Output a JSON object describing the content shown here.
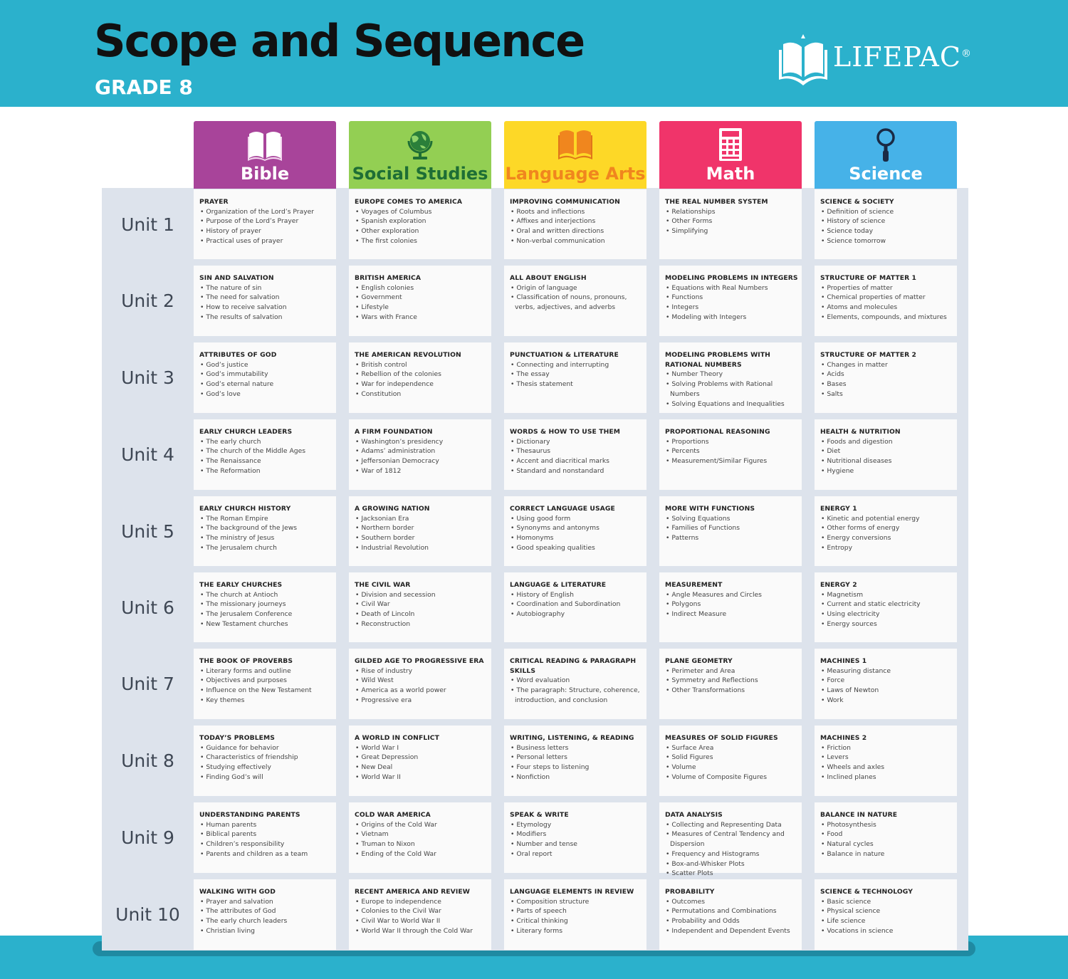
{
  "header": {
    "title": "Scope and Sequence",
    "grade": "GRADE 8",
    "logo_text": "LIFEPAC",
    "logo_mark": "®"
  },
  "colors": {
    "banner": "#2bb1cc",
    "bible": "#a8449a",
    "social_studies": "#93cf53",
    "language_arts": "#fdd827",
    "math": "#f0346a",
    "science": "#46b2e8"
  },
  "subjects": [
    {
      "name": "Bible",
      "icon": "open-book-icon",
      "color": "#a8449a",
      "text_color": "#ffffff"
    },
    {
      "name": "Social Studies",
      "icon": "globe-icon",
      "color": "#93cf53",
      "text_color": "#1e6e35"
    },
    {
      "name": "Language Arts",
      "icon": "book-icon",
      "color": "#fdd827",
      "text_color": "#f0861e"
    },
    {
      "name": "Math",
      "icon": "calculator-icon",
      "color": "#f0346a",
      "text_color": "#ffffff"
    },
    {
      "name": "Science",
      "icon": "magnifier-icon",
      "color": "#46b2e8",
      "text_color": "#ffffff"
    }
  ],
  "units": [
    {
      "label": "Unit 1",
      "cells": [
        {
          "title": "PRAYER",
          "items": [
            "Organization of the Lord’s Prayer",
            "Purpose of the Lord’s Prayer",
            "History of prayer",
            "Practical uses of prayer"
          ]
        },
        {
          "title": "EUROPE COMES TO AMERICA",
          "items": [
            "Voyages of Columbus",
            "Spanish exploration",
            "Other exploration",
            "The first colonies"
          ]
        },
        {
          "title": "IMPROVING COMMUNICATION",
          "items": [
            "Roots and inflections",
            "Affixes and interjections",
            "Oral and written directions",
            "Non-verbal communication"
          ]
        },
        {
          "title": "THE REAL NUMBER SYSTEM",
          "items": [
            "Relationships",
            "Other Forms",
            "Simplifying"
          ]
        },
        {
          "title": "SCIENCE & SOCIETY",
          "items": [
            "Definition of science",
            "History of science",
            "Science today",
            "Science tomorrow"
          ]
        }
      ]
    },
    {
      "label": "Unit 2",
      "cells": [
        {
          "title": "SIN AND SALVATION",
          "items": [
            "The nature of sin",
            "The need for salvation",
            "How to receive salvation",
            "The results of salvation"
          ]
        },
        {
          "title": "BRITISH AMERICA",
          "items": [
            "English colonies",
            "Government",
            "Lifestyle",
            "Wars with France"
          ]
        },
        {
          "title": "ALL ABOUT ENGLISH",
          "items": [
            "Origin of language",
            "Classification of nouns, pronouns, verbs, adjectives, and adverbs"
          ]
        },
        {
          "title": "MODELING PROBLEMS IN INTEGERS",
          "items": [
            "Equations with Real Numbers",
            "Functions",
            "Integers",
            "Modeling with Integers"
          ]
        },
        {
          "title": "STRUCTURE OF MATTER 1",
          "items": [
            "Properties of matter",
            "Chemical properties of matter",
            "Atoms and molecules",
            "Elements, compounds, and mixtures"
          ]
        }
      ]
    },
    {
      "label": "Unit 3",
      "cells": [
        {
          "title": "ATTRIBUTES OF GOD",
          "items": [
            "God’s justice",
            "God’s immutability",
            "God’s eternal nature",
            "God’s love"
          ]
        },
        {
          "title": "THE AMERICAN REVOLUTION",
          "items": [
            "British control",
            "Rebellion of the colonies",
            "War for independence",
            "Constitution"
          ]
        },
        {
          "title": "PUNCTUATION & LITERATURE",
          "items": [
            "Connecting and interrupting",
            "The essay",
            "Thesis statement"
          ]
        },
        {
          "title": "MODELING PROBLEMS WITH RATIONAL NUMBERS",
          "items": [
            "Number Theory",
            "Solving Problems with Rational Numbers",
            "Solving Equations and Inequalities"
          ]
        },
        {
          "title": "STRUCTURE OF MATTER 2",
          "items": [
            "Changes in matter",
            "Acids",
            "Bases",
            "Salts"
          ]
        }
      ]
    },
    {
      "label": "Unit 4",
      "cells": [
        {
          "title": "EARLY CHURCH LEADERS",
          "items": [
            "The early church",
            "The church of the Middle Ages",
            "The Renaissance",
            "The Reformation"
          ]
        },
        {
          "title": "A FIRM FOUNDATION",
          "items": [
            "Washington’s presidency",
            "Adams’ administration",
            "Jeffersonian Democracy",
            "War of 1812"
          ]
        },
        {
          "title": "WORDS & HOW TO USE THEM",
          "items": [
            "Dictionary",
            "Thesaurus",
            "Accent and diacritical marks",
            "Standard and nonstandard"
          ]
        },
        {
          "title": "PROPORTIONAL REASONING",
          "items": [
            "Proportions",
            "Percents",
            "Measurement/Similar Figures"
          ]
        },
        {
          "title": "HEALTH & NUTRITION",
          "items": [
            "Foods and digestion",
            "Diet",
            "Nutritional diseases",
            "Hygiene"
          ]
        }
      ]
    },
    {
      "label": "Unit 5",
      "cells": [
        {
          "title": "EARLY CHURCH HISTORY",
          "items": [
            "The Roman Empire",
            "The background of the Jews",
            "The ministry of Jesus",
            "The Jerusalem church"
          ]
        },
        {
          "title": "A GROWING NATION",
          "items": [
            "Jacksonian Era",
            "Northern border",
            "Southern border",
            "Industrial Revolution"
          ]
        },
        {
          "title": "CORRECT LANGUAGE USAGE",
          "items": [
            "Using good form",
            "Synonyms and antonyms",
            "Homonyms",
            "Good speaking qualities"
          ]
        },
        {
          "title": "MORE WITH FUNCTIONS",
          "items": [
            "Solving Equations",
            "Families of Functions",
            "Patterns"
          ]
        },
        {
          "title": "ENERGY 1",
          "items": [
            "Kinetic and potential energy",
            "Other forms of energy",
            "Energy conversions",
            "Entropy"
          ]
        }
      ]
    },
    {
      "label": "Unit 6",
      "cells": [
        {
          "title": "THE EARLY CHURCHES",
          "items": [
            "The church at Antioch",
            "The missionary journeys",
            "The Jerusalem Conference",
            "New Testament churches"
          ]
        },
        {
          "title": "THE CIVIL WAR",
          "items": [
            "Division and secession",
            "Civil War",
            "Death of Lincoln",
            "Reconstruction"
          ]
        },
        {
          "title": "LANGUAGE & LITERATURE",
          "items": [
            "History of English",
            "Coordination and Subordination",
            "Autobiography"
          ]
        },
        {
          "title": "MEASUREMENT",
          "items": [
            "Angle Measures and Circles",
            "Polygons",
            "Indirect Measure"
          ]
        },
        {
          "title": "ENERGY 2",
          "items": [
            "Magnetism",
            "Current and static electricity",
            "Using electricity",
            "Energy sources"
          ]
        }
      ]
    },
    {
      "label": "Unit 7",
      "cells": [
        {
          "title": "THE BOOK OF PROVERBS",
          "items": [
            "Literary forms and outline",
            "Objectives and purposes",
            "Influence on the New Testament",
            "Key themes"
          ]
        },
        {
          "title": "GILDED AGE TO PROGRESSIVE ERA",
          "items": [
            "Rise of industry",
            "Wild West",
            "America as a world power",
            "Progressive era"
          ]
        },
        {
          "title": "CRITICAL READING & PARAGRAPH SKILLS",
          "items": [
            "Word evaluation",
            "The paragraph: Structure, coherence, introduction, and conclusion"
          ]
        },
        {
          "title": "PLANE GEOMETRY",
          "items": [
            "Perimeter and Area",
            "Symmetry and Reflections",
            "Other Transformations"
          ]
        },
        {
          "title": "MACHINES 1",
          "items": [
            "Measuring distance",
            "Force",
            "Laws of Newton",
            "Work"
          ]
        }
      ]
    },
    {
      "label": "Unit 8",
      "cells": [
        {
          "title": "TODAY’S PROBLEMS",
          "items": [
            "Guidance for behavior",
            "Characteristics of friendship",
            "Studying effectively",
            "Finding God’s will"
          ]
        },
        {
          "title": "A WORLD IN CONFLICT",
          "items": [
            "World War I",
            "Great Depression",
            "New Deal",
            "World War II"
          ]
        },
        {
          "title": "WRITING, LISTENING, & READING",
          "items": [
            "Business letters",
            "Personal letters",
            "Four steps to listening",
            "Nonfiction"
          ]
        },
        {
          "title": "MEASURES OF SOLID FIGURES",
          "items": [
            "Surface Area",
            "Solid Figures",
            "Volume",
            "Volume of Composite Figures"
          ]
        },
        {
          "title": "MACHINES 2",
          "items": [
            "Friction",
            "Levers",
            "Wheels and axles",
            "Inclined planes"
          ]
        }
      ]
    },
    {
      "label": "Unit 9",
      "cells": [
        {
          "title": "UNDERSTANDING PARENTS",
          "items": [
            "Human parents",
            "Biblical parents",
            "Children’s responsibility",
            "Parents and children as a team"
          ]
        },
        {
          "title": "COLD WAR AMERICA",
          "items": [
            "Origins of the Cold War",
            "Vietnam",
            "Truman to Nixon",
            "Ending of the Cold War"
          ]
        },
        {
          "title": "SPEAK & WRITE",
          "items": [
            "Etymology",
            "Modifiers",
            "Number and tense",
            "Oral report"
          ]
        },
        {
          "title": "DATA ANALYSIS",
          "items": [
            "Collecting and Representing Data",
            "Measures of Central Tendency and Dispersion",
            "Frequency and Histograms",
            "Box-and-Whisker Plots",
            "Scatter Plots"
          ]
        },
        {
          "title": "BALANCE IN NATURE",
          "items": [
            "Photosynthesis",
            "Food",
            "Natural cycles",
            "Balance in nature"
          ]
        }
      ]
    },
    {
      "label": "Unit 10",
      "cells": [
        {
          "title": "WALKING WITH GOD",
          "items": [
            "Prayer and salvation",
            "The attributes of God",
            "The early church leaders",
            "Christian living"
          ]
        },
        {
          "title": "RECENT AMERICA AND REVIEW",
          "items": [
            "Europe to independence",
            "Colonies to the Civil War",
            "Civil War to World War II",
            "World War II through the Cold War"
          ]
        },
        {
          "title": "LANGUAGE ELEMENTS IN REVIEW",
          "items": [
            "Composition structure",
            "Parts of speech",
            "Critical thinking",
            "Literary forms"
          ]
        },
        {
          "title": "PROBABILITY",
          "items": [
            "Outcomes",
            "Permutations and Combinations",
            "Probability and Odds",
            "Independent and Dependent Events"
          ]
        },
        {
          "title": "SCIENCE & TECHNOLOGY",
          "items": [
            "Basic science",
            "Physical science",
            "Life science",
            "Vocations in science"
          ]
        }
      ]
    }
  ]
}
